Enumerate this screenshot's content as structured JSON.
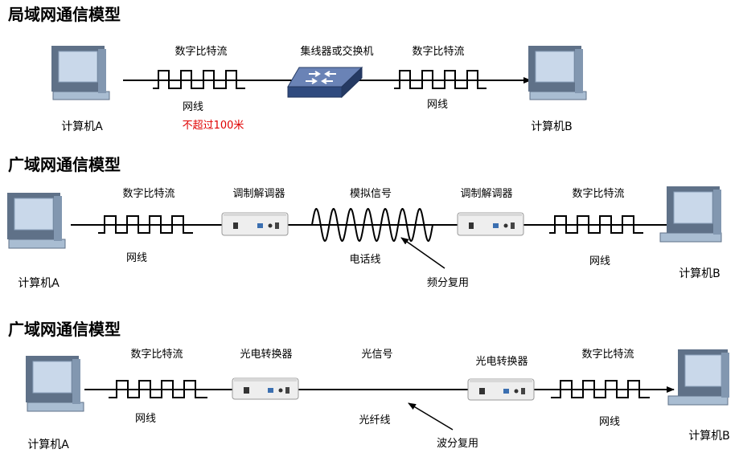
{
  "colors": {
    "monitor_frame": "#a9bdd2",
    "monitor_screen": "#c9d8ea",
    "monitor_dark": "#5f7188",
    "device_body": "#eeeeee",
    "switch_blue": "#3e5d96",
    "highlight": "#e00000"
  },
  "icons": [
    "computer-icon",
    "switch-icon",
    "modem-icon",
    "optical-converter-icon"
  ],
  "lan": {
    "title": "局域网通信模型",
    "left_stream": "数字比特流",
    "device": "集线器或交换机",
    "right_stream": "数字比特流",
    "left_cable": "网线",
    "cable_limit": "不超过100米",
    "right_cable": "网线",
    "computer_a": "计算机A",
    "computer_b": "计算机B"
  },
  "wan_modem": {
    "title": "广域网通信模型",
    "left_stream": "数字比特流",
    "left_device": "调制解调器",
    "analog_signal": "模拟信号",
    "right_device": "调制解调器",
    "right_stream": "数字比特流",
    "left_cable": "网线",
    "phone_line": "电话线",
    "right_cable": "网线",
    "multiplexing": "频分复用",
    "computer_a": "计算机A",
    "computer_b": "计算机B"
  },
  "wan_optical": {
    "title": "广域网通信模型",
    "left_stream": "数字比特流",
    "left_device": "光电转换器",
    "optical_signal": "光信号",
    "right_device": "光电转换器",
    "right_stream": "数字比特流",
    "left_cable": "网线",
    "fiber": "光纤线",
    "right_cable": "网线",
    "multiplexing": "波分复用",
    "computer_a": "计算机A",
    "computer_b": "计算机B"
  }
}
